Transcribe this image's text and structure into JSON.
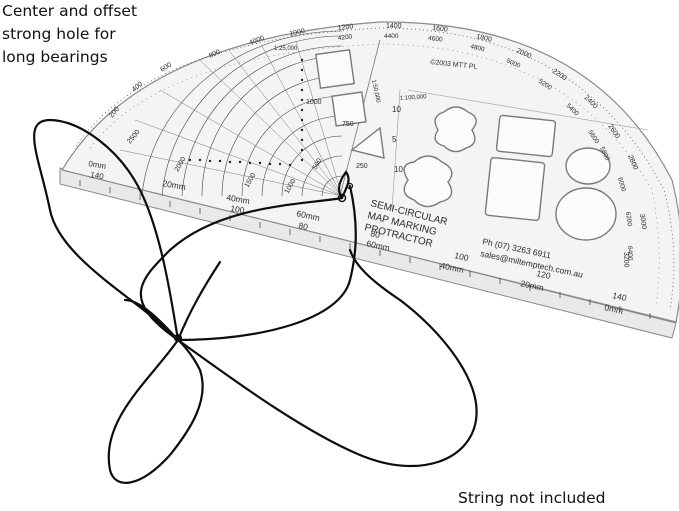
{
  "captions": {
    "top_lines": [
      "Center and offset",
      "strong hole for",
      "long bearings"
    ],
    "bottom": "String not included"
  },
  "protractor": {
    "title_lines": [
      "SEMI-CIRCULAR",
      "MAP MARKING",
      "PROTRACTOR"
    ],
    "copyright": "©2003 MTT PL",
    "phone": "Ph (07) 3263 6911",
    "email": "sales@miltemptech.com.au",
    "scale_25000": "1:25,000",
    "scale_50000": "1:50,000",
    "scale_100000": "1:100,000",
    "outer_scale": [
      "0mm",
      "140",
      "4000",
      "1200",
      "1400",
      "1600",
      "1800",
      "2000",
      "2200",
      "2400",
      "2600",
      "2800",
      "3000",
      "3200"
    ],
    "inner_scale": [
      "4200",
      "4400",
      "4600",
      "4800",
      "5000",
      "5200",
      "5400",
      "5600",
      "5800",
      "6000",
      "6200",
      "6400"
    ],
    "mm_scale": [
      "20mm",
      "40mm",
      "60mm",
      "80",
      "100",
      "120",
      "140"
    ],
    "mm_scale_lower": [
      "60mm",
      "40mm",
      "20mm",
      "0mm",
      "100",
      "80"
    ],
    "left_scale": [
      "200",
      "400",
      "600",
      "800",
      "1000"
    ],
    "arc_labels": [
      "2000",
      "1500",
      "1000",
      "500",
      "250",
      "750",
      "1000",
      "2500"
    ],
    "side_numbers": [
      "10",
      "10",
      "5"
    ]
  },
  "colors": {
    "string": "#0d0d0d",
    "plastic_edge": "#8a8a8a",
    "plastic_fill": "#f4f4f4",
    "text": "#111111"
  }
}
